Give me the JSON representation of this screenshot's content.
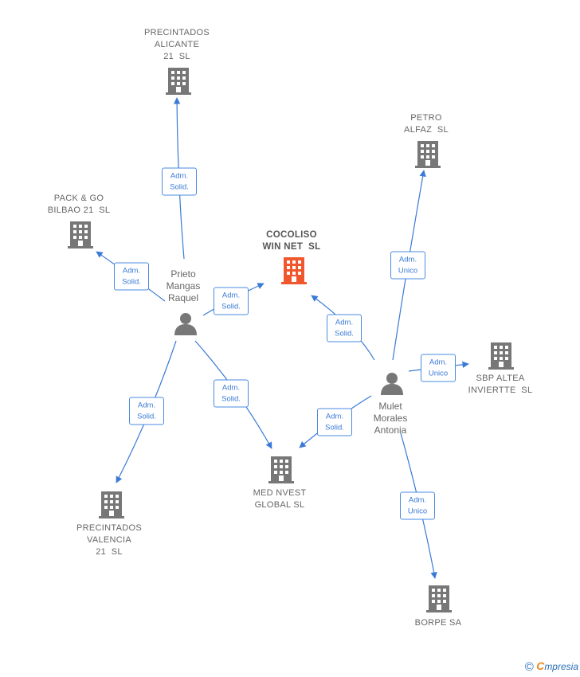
{
  "colors": {
    "edge": "#3a7ad6",
    "building": "#777777",
    "building_main": "#f0572c",
    "person": "#777777"
  },
  "companies": [
    {
      "id": "alicante",
      "label": "PRECINTADOS\nALICANTE\n21  SL",
      "icon": "building-icon",
      "main": false
    },
    {
      "id": "packgo",
      "label": "PACK & GO\nBILBAO 21  SL",
      "icon": "building-icon",
      "main": false
    },
    {
      "id": "cocoliso",
      "label": "COCOLISO\nWIN NET  SL",
      "icon": "building-icon",
      "main": true
    },
    {
      "id": "petro",
      "label": "PETRO\nALFAZ  SL",
      "icon": "building-icon",
      "main": false
    },
    {
      "id": "sbp",
      "label": "SBP ALTEA\nINVIERTTE  SL",
      "icon": "building-icon",
      "main": false
    },
    {
      "id": "mednvest",
      "label": "MED NVEST\nGLOBAL SL",
      "icon": "building-icon",
      "main": false
    },
    {
      "id": "valencia",
      "label": "PRECINTADOS\nVALENCIA\n21  SL",
      "icon": "building-icon",
      "main": false
    },
    {
      "id": "borpe",
      "label": "BORPE SA",
      "icon": "building-icon",
      "main": false
    }
  ],
  "people": [
    {
      "id": "prieto",
      "label": "Prieto\nMangas\nRaquel",
      "icon": "person-icon"
    },
    {
      "id": "mulet",
      "label": "Mulet\nMorales\nAntonia",
      "icon": "person-icon"
    }
  ],
  "edges": [
    {
      "from": "prieto",
      "to": "alicante",
      "line1": "Adm.",
      "line2": "Solid."
    },
    {
      "from": "prieto",
      "to": "packgo",
      "line1": "Adm.",
      "line2": "Solid."
    },
    {
      "from": "prieto",
      "to": "cocoliso",
      "line1": "Adm.",
      "line2": "Solid."
    },
    {
      "from": "prieto",
      "to": "mednvest",
      "line1": "Adm.",
      "line2": "Solid."
    },
    {
      "from": "prieto",
      "to": "valencia",
      "line1": "Adm.",
      "line2": "Solid."
    },
    {
      "from": "mulet",
      "to": "cocoliso",
      "line1": "Adm.",
      "line2": "Solid."
    },
    {
      "from": "mulet",
      "to": "petro",
      "line1": "Adm.",
      "line2": "Unico"
    },
    {
      "from": "mulet",
      "to": "sbp",
      "line1": "Adm.",
      "line2": "Unico"
    },
    {
      "from": "mulet",
      "to": "mednvest",
      "line1": "Adm.",
      "line2": "Solid."
    },
    {
      "from": "mulet",
      "to": "borpe",
      "line1": "Adm.",
      "line2": "Unico"
    }
  ],
  "watermark": {
    "copyright": "©",
    "brand_initial": "C",
    "brand_rest": "mpresia"
  }
}
